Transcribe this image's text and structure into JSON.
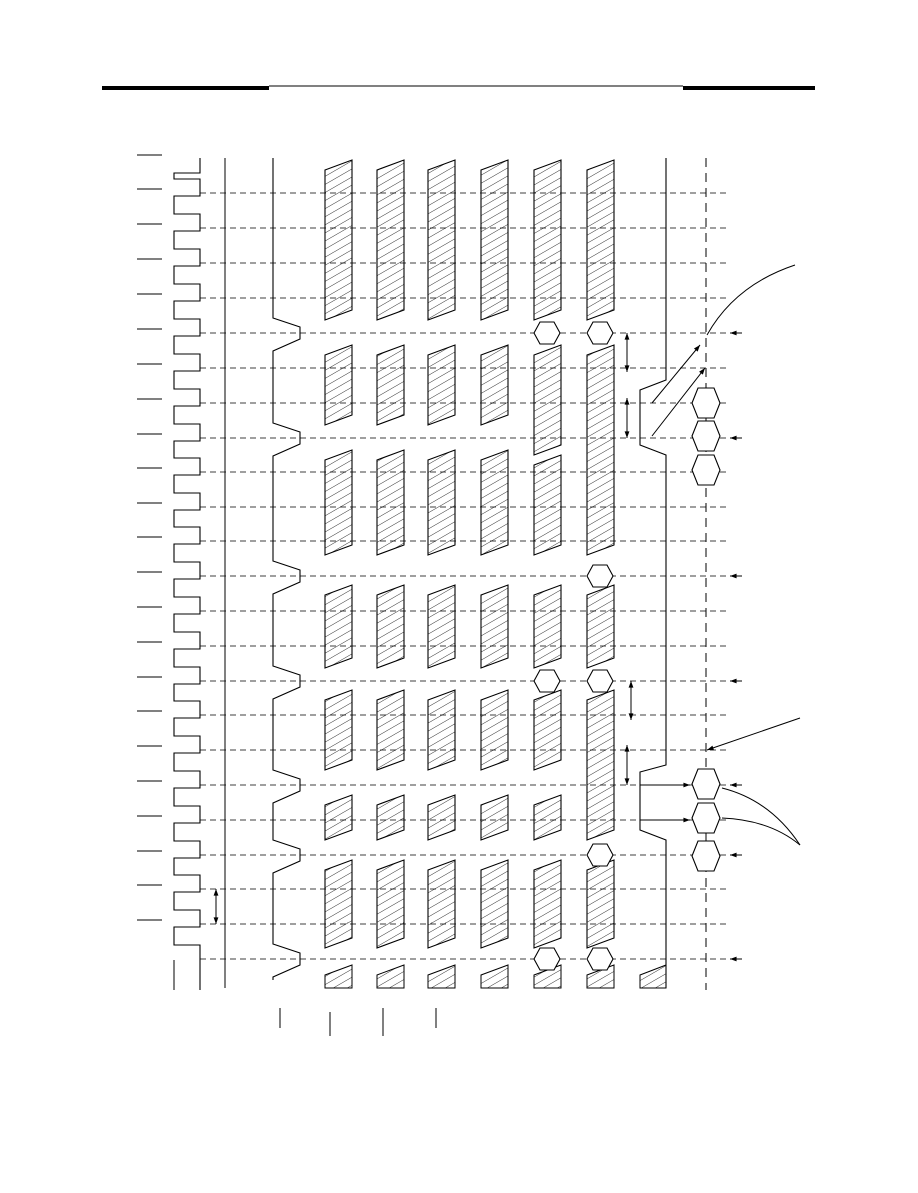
{
  "page": {
    "header_rule": true
  },
  "diagram": {
    "kind": "timing-diagram",
    "orientation": "rotated-90",
    "clock_cycles": 22,
    "text_labels": [],
    "colors": {
      "ink": "#000000",
      "background": "#ffffff"
    }
  }
}
